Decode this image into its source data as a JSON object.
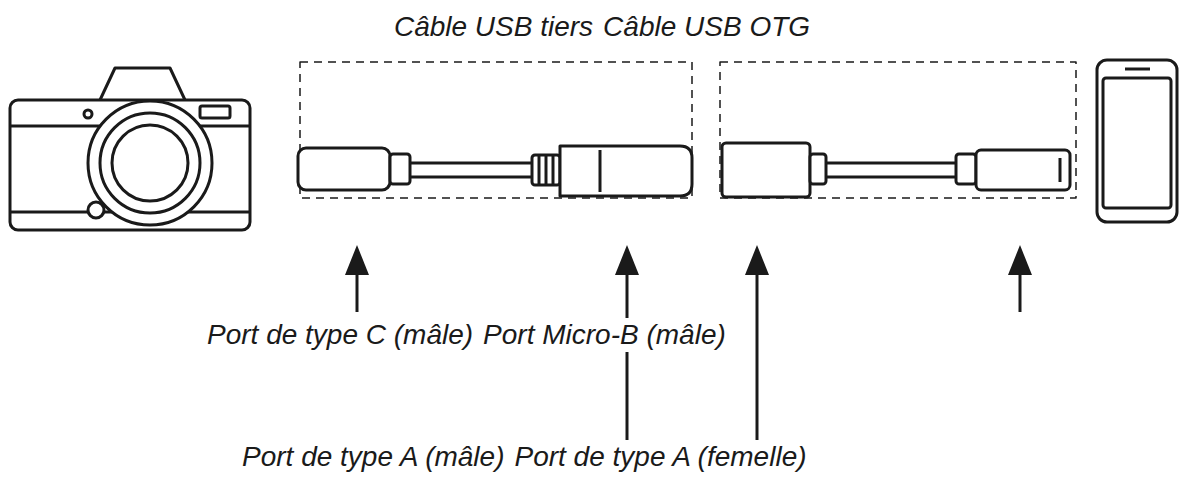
{
  "diagram": {
    "labels": [
      "Câble USB tiers",
      "Câble USB OTG",
      "Port de type C (mâle)",
      "Port Micro-B (mâle)",
      "Port de type A (mâle)",
      "Port de type A (femelle)"
    ]
  }
}
